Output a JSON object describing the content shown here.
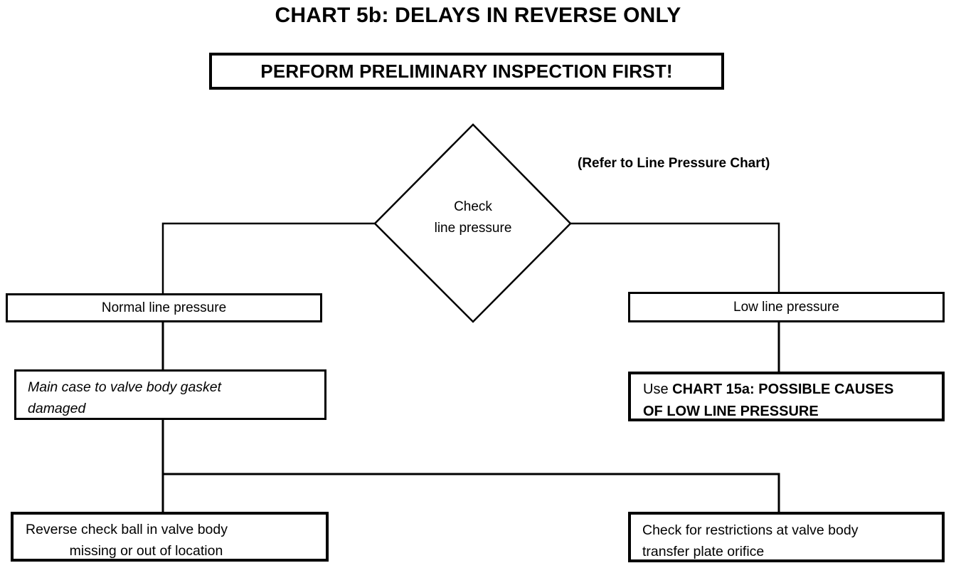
{
  "document": {
    "title": "CHART 5b: DELAYS IN REVERSE ONLY",
    "banner": "PERFORM PRELIMINARY INSPECTION FIRST!"
  },
  "flowchart": {
    "decision": {
      "label_line1": "Check",
      "label_line2": "line pressure",
      "annotation": "(Refer to Line Pressure Chart)"
    },
    "branches": {
      "left": {
        "result": "Normal line pressure",
        "cause": {
          "line1": "Main case to valve body gasket",
          "line2": "damaged"
        },
        "check": {
          "line1": "Reverse check ball in valve body",
          "line2": "missing or out of location"
        }
      },
      "right": {
        "result": "Low line pressure",
        "action": {
          "prefix": "Use ",
          "bold_line1": "CHART 15a: POSSIBLE CAUSES",
          "bold_line2": "OF LOW LINE PRESSURE"
        },
        "check": {
          "line1": "Check for restrictions at valve body",
          "line2": "transfer plate orifice"
        }
      }
    }
  },
  "colors": {
    "ink": "#000000",
    "paper": "#ffffff"
  }
}
